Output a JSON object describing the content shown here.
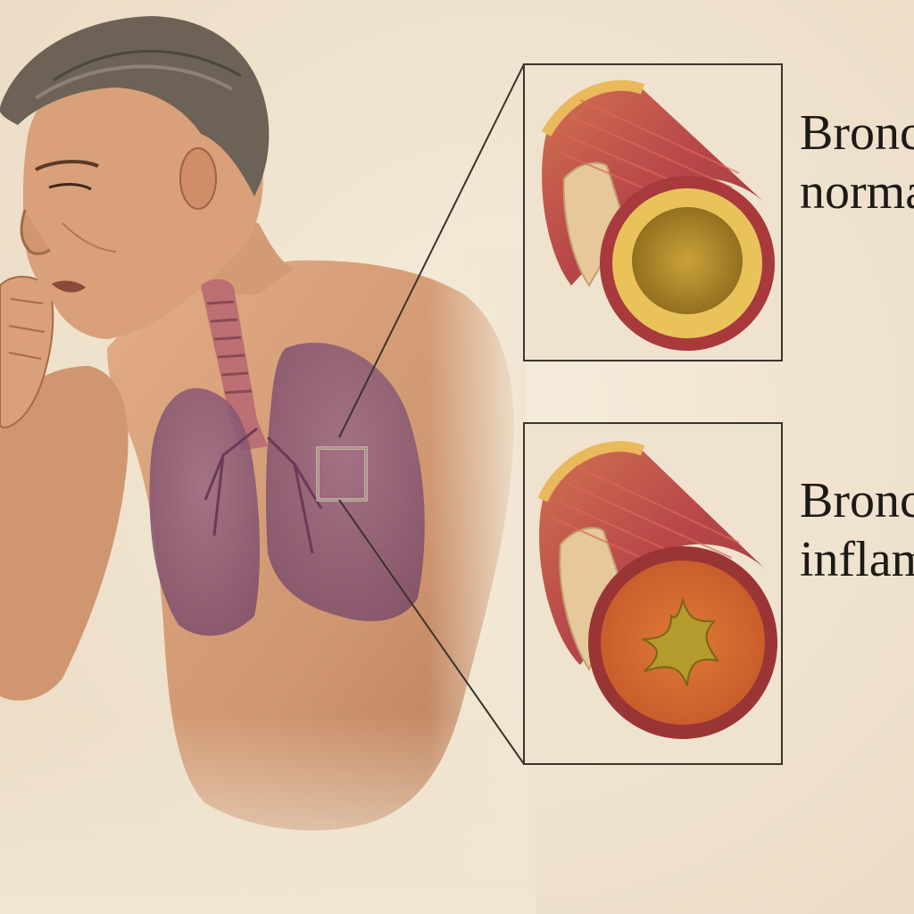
{
  "labels": {
    "normal": {
      "line1": "Bronc",
      "line2": "norma"
    },
    "inflamed": {
      "line1": "Bronc",
      "line2": "inflam"
    }
  },
  "icons": {
    "figure": "coughing-man-illustration",
    "lungs": "lungs-illustration",
    "normal_tube": "normal-bronchus-cross-section",
    "inflamed_tube": "inflamed-bronchus-cross-section"
  },
  "colors": {
    "background": "#f1e6d3",
    "skin": "#d9a07a",
    "lungs": "#8a5a78",
    "muscle": "#b8474a",
    "inflamed_lumen": "#d2692e",
    "frame": "#3a352c"
  }
}
